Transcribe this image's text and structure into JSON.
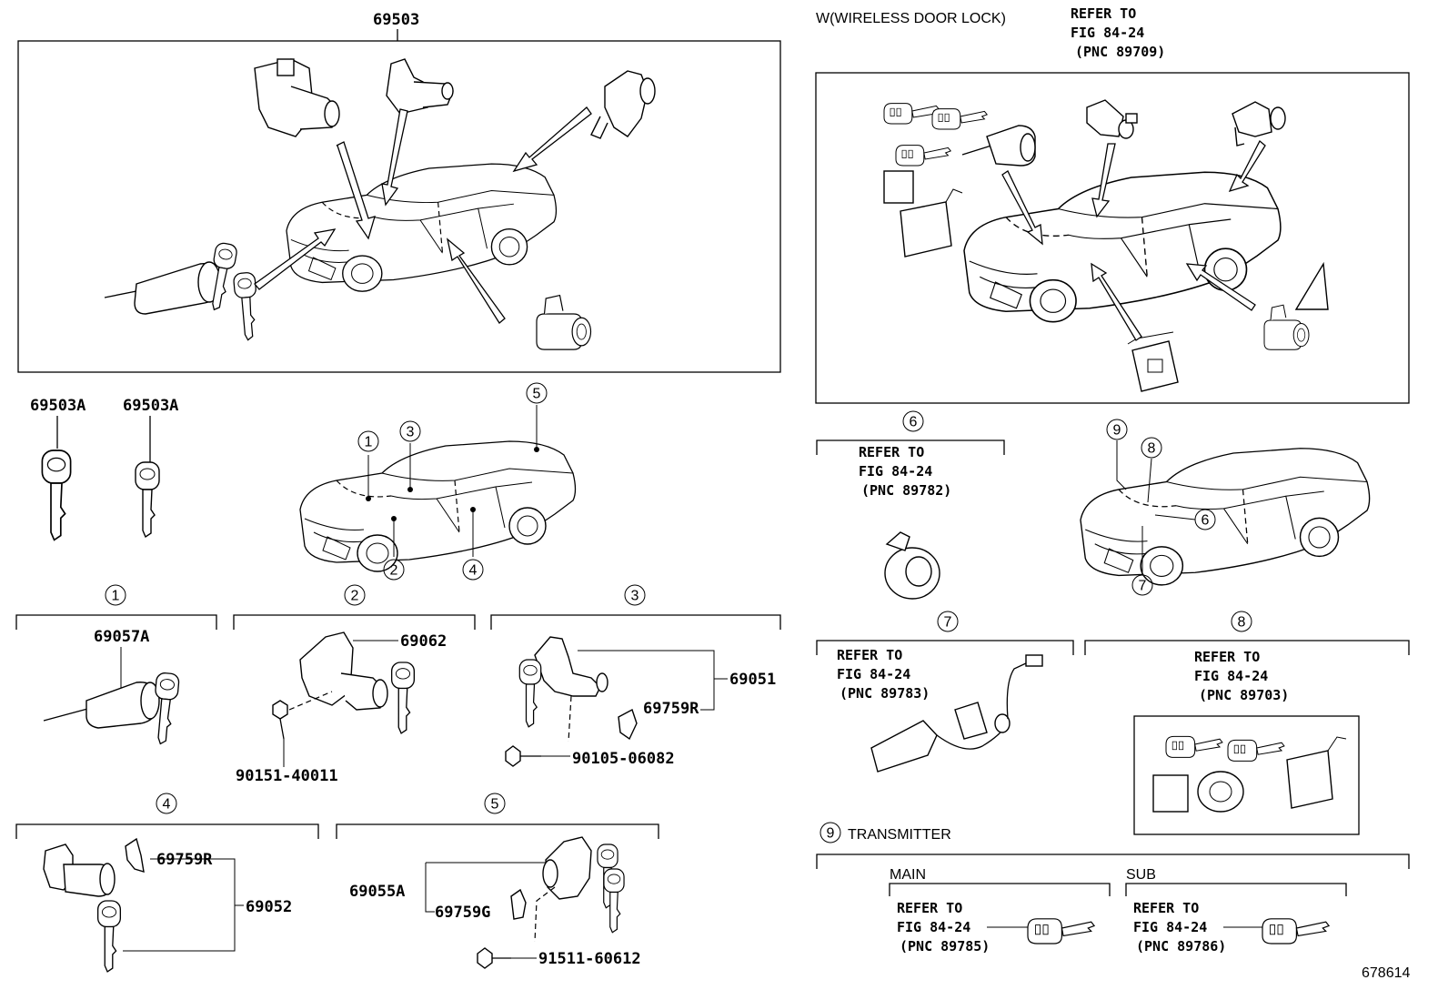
{
  "labels": {
    "p69503": "69503",
    "w_title": "W(WIRELESS DOOR LOCK)",
    "refer_top_1": "REFER TO",
    "refer_top_2": "FIG 84-24",
    "refer_top_3": "(PNC 89709)",
    "p69503a_1": "69503A",
    "p69503a_2": "69503A",
    "p69057a": "69057A",
    "p69062": "69062",
    "p90151": "90151-40011",
    "p69051": "69051",
    "p69759r_1": "69759R",
    "p90105": "90105-06082",
    "p69759r_2": "69759R",
    "p69052": "69052",
    "p69055a": "69055A",
    "p69759g": "69759G",
    "p91511": "91511-60612",
    "ref6_1": "REFER TO",
    "ref6_2": "FIG 84-24",
    "ref6_3": "(PNC 89782)",
    "ref7_1": "REFER TO",
    "ref7_2": "FIG 84-24",
    "ref7_3": "(PNC 89783)",
    "ref8_1": "REFER TO",
    "ref8_2": "FIG 84-24",
    "ref8_3": "(PNC 89703)",
    "transmitter": "TRANSMITTER",
    "main": "MAIN",
    "sub": "SUB",
    "refmain_1": "REFER TO",
    "refmain_2": "FIG 84-24",
    "refmain_3": "(PNC 89785)",
    "refsub_1": "REFER TO",
    "refsub_2": "FIG 84-24",
    "refsub_3": "(PNC 89786)",
    "figure_no": "678614"
  },
  "callouts": {
    "c1": "1",
    "c2": "2",
    "c3": "3",
    "c4": "4",
    "c5": "5",
    "c6": "6",
    "c7": "7",
    "c8": "8",
    "c9": "9"
  }
}
